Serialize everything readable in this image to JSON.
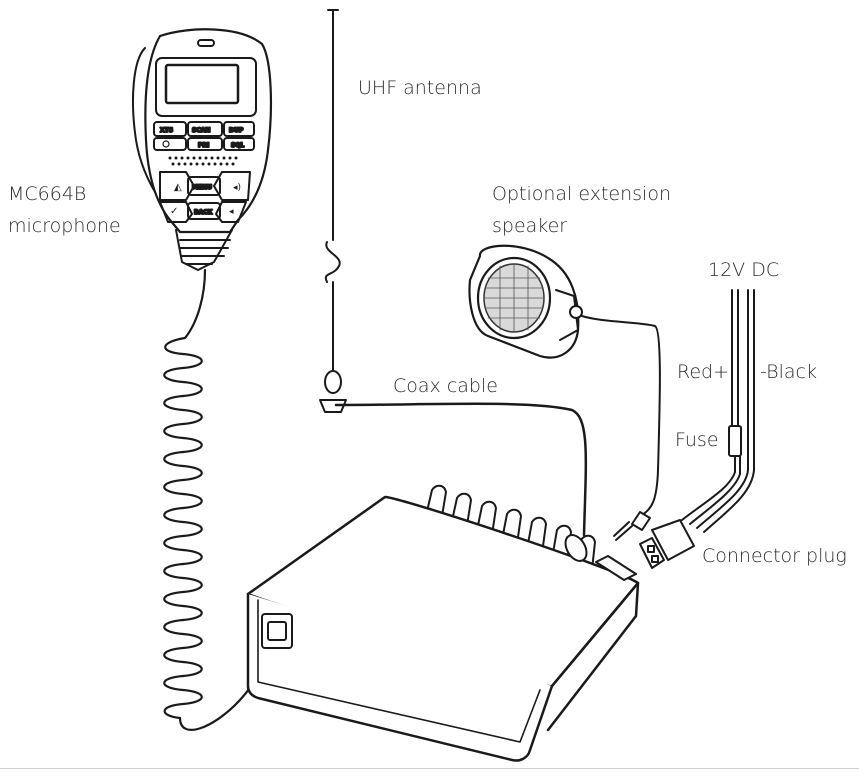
{
  "labels": {
    "microphone_model": "MC664B",
    "microphone": "microphone",
    "antenna": "UHF antenna",
    "speaker_line1": "Optional extension",
    "speaker_line2": "speaker",
    "power": "12V DC",
    "red": "Red+",
    "black": "-Black",
    "fuse": "Fuse",
    "coax": "Coax cable",
    "connector": "Connector plug"
  },
  "mic_keys": {
    "k1": "XTS",
    "k2": "SCAN",
    "k3": "DUP",
    "k4": "PRI",
    "k5": "SQL",
    "menu": "MENU",
    "back": "BACK"
  }
}
